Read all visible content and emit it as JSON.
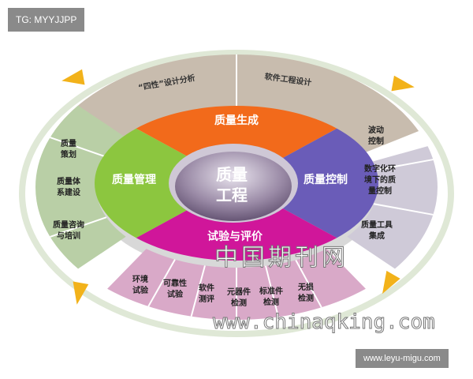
{
  "tags": {
    "top_left": "TG: MYYJJPP",
    "bottom_right": "www.leyu-migu.com"
  },
  "watermark": {
    "cn": "中国期刊网",
    "url": "www.chinaqking.com"
  },
  "center": {
    "line1": "质量",
    "line2": "工程"
  },
  "ring": [
    {
      "id": "top",
      "label": "质量生成",
      "color": "#f26a1b"
    },
    {
      "id": "right",
      "label": "质量控制",
      "color": "#6a5cb8"
    },
    {
      "id": "bottom",
      "label": "试验与评价",
      "color": "#d0169a"
    },
    {
      "id": "left",
      "label": "质量管理",
      "color": "#8cc63f"
    }
  ],
  "outer": {
    "top": [
      "“四性”设计分析",
      "软件工程设计"
    ],
    "left": [
      [
        "质量",
        "策划"
      ],
      [
        "质量体",
        "系建设"
      ],
      [
        "质量咨询",
        "与培训"
      ]
    ],
    "right": [
      [
        "波动",
        "控制"
      ],
      [
        "数字化环",
        "境下的质",
        "量控制"
      ],
      [
        "质量工具",
        "集成"
      ]
    ],
    "bottom": [
      [
        "环境",
        "试验"
      ],
      [
        "可靠性",
        "试验"
      ],
      [
        "软件",
        "测评"
      ],
      [
        "元器件",
        "检测"
      ],
      [
        "标准件",
        "检测"
      ],
      [
        "无损",
        "检测"
      ]
    ]
  },
  "colors": {
    "top_seg": "#c8bcae",
    "left_seg": "#b9cfa6",
    "right_seg": "#cfcad8",
    "bottom_seg": "#d9a9c8",
    "arrow": "#f2b21a",
    "orbit": "#dfe8d6"
  }
}
